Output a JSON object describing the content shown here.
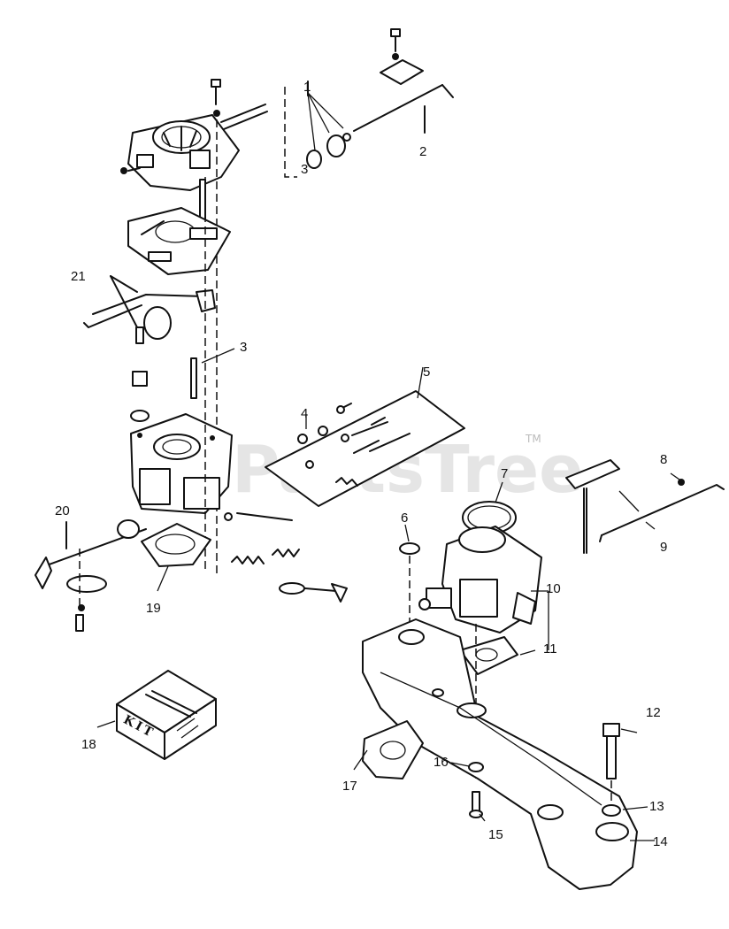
{
  "watermark": {
    "text": "PartsTree",
    "mark": "TM"
  },
  "kit_box": {
    "text": "KIT"
  },
  "callouts": [
    {
      "id": "c1",
      "text": "1"
    },
    {
      "id": "c2",
      "text": "2"
    },
    {
      "id": "c3a",
      "text": "3"
    },
    {
      "id": "c3b",
      "text": "3"
    },
    {
      "id": "c4",
      "text": "4"
    },
    {
      "id": "c5",
      "text": "5"
    },
    {
      "id": "c6",
      "text": "6"
    },
    {
      "id": "c7",
      "text": "7"
    },
    {
      "id": "c8",
      "text": "8"
    },
    {
      "id": "c9",
      "text": "9"
    },
    {
      "id": "c10",
      "text": "10"
    },
    {
      "id": "c11",
      "text": "11"
    },
    {
      "id": "c12",
      "text": "12"
    },
    {
      "id": "c13",
      "text": "13"
    },
    {
      "id": "c14",
      "text": "14"
    },
    {
      "id": "c15",
      "text": "15"
    },
    {
      "id": "c16",
      "text": "16"
    },
    {
      "id": "c17",
      "text": "17"
    },
    {
      "id": "c18",
      "text": "18"
    },
    {
      "id": "c19",
      "text": "19"
    },
    {
      "id": "c20",
      "text": "20"
    },
    {
      "id": "c21",
      "text": "21"
    }
  ]
}
